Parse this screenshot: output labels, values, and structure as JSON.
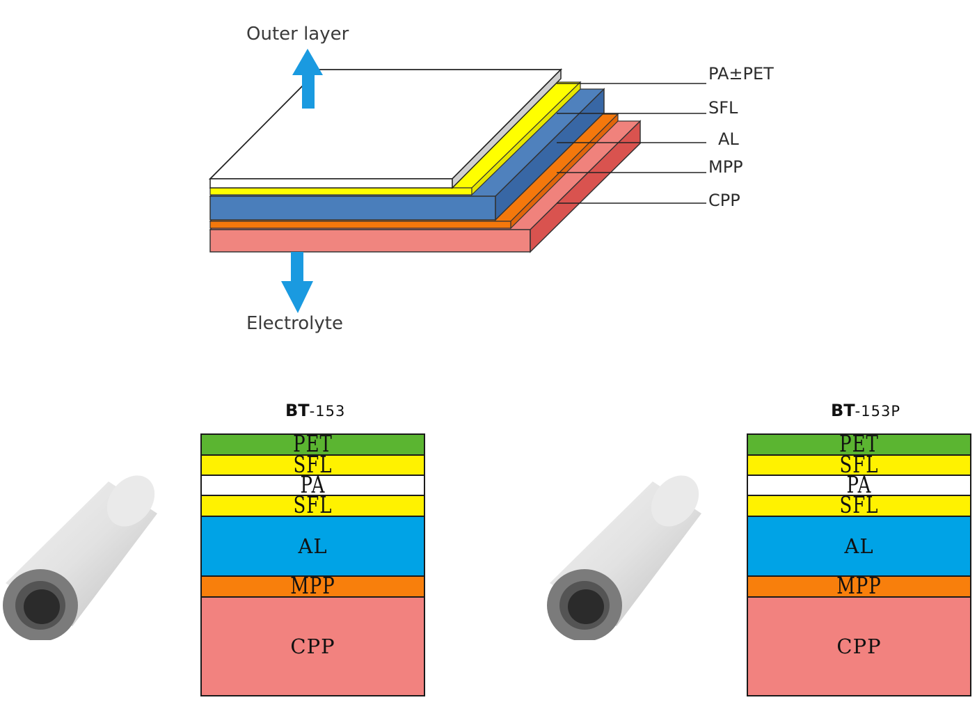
{
  "top_diagram": {
    "outer_label": "Outer layer",
    "bottom_label": "Electrolyte",
    "layers": [
      {
        "label": "PA±PET",
        "color": "#ffffff"
      },
      {
        "label": "SFL",
        "color": "#ffff00"
      },
      {
        "label": "AL",
        "color": "#4f81bd"
      },
      {
        "label": "MPP",
        "color": "#f4780c"
      },
      {
        "label": "CPP",
        "color": "#f0827c"
      }
    ],
    "arrow_color": "#1a9ae0"
  },
  "products": [
    {
      "name_bold": "BT",
      "name_suffix": "-153",
      "layers": [
        {
          "label": "PET",
          "color": "#5bb531"
        },
        {
          "label": "SFL",
          "color": "#fff200"
        },
        {
          "label": "PA",
          "color": "#ffffff"
        },
        {
          "label": "SFL",
          "color": "#fff200"
        },
        {
          "label": "AL",
          "color": "#00a3e6"
        },
        {
          "label": "MPP",
          "color": "#f87f0c"
        },
        {
          "label": "CPP",
          "color": "#f2827f"
        }
      ]
    },
    {
      "name_bold": "BT",
      "name_suffix": "-153P",
      "layers": [
        {
          "label": "PET",
          "color": "#5bb531"
        },
        {
          "label": "SFL",
          "color": "#fff200"
        },
        {
          "label": "PA",
          "color": "#ffffff"
        },
        {
          "label": "SFL",
          "color": "#fff200"
        },
        {
          "label": "AL",
          "color": "#00a3e6"
        },
        {
          "label": "MPP",
          "color": "#f87f0c"
        },
        {
          "label": "CPP",
          "color": "#f2827f"
        }
      ]
    }
  ]
}
